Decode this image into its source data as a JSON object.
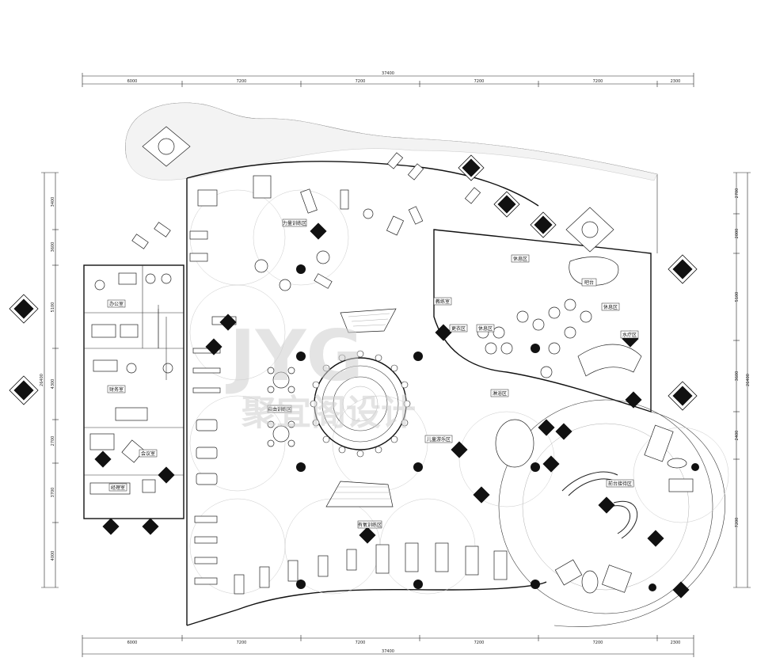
{
  "watermark": {
    "logo": "JYG",
    "text": "聚宜阁设计"
  },
  "dimensions": {
    "overall": "37400",
    "top_segments": [
      "6000",
      "7200",
      "7200",
      "7200",
      "7200",
      "2300"
    ],
    "bottom_segments": [
      "6000",
      "7200",
      "7200",
      "7200",
      "7200",
      "2300"
    ],
    "left_segments": [
      "3400",
      "3600",
      "5100",
      "4300",
      "2700",
      "3700",
      "4000"
    ],
    "left_total": "26400",
    "right_segments": [
      "2700",
      "2000",
      "5100",
      "3600",
      "2400",
      "7200"
    ],
    "right_total": "26400"
  },
  "rooms": {
    "strength": "力量训练区",
    "aerobic": "有氧训练区",
    "free": "自由训练区",
    "office": "办公室",
    "finance": "财务室",
    "meeting": "会议室",
    "manager": "经理室",
    "coach": "教练室",
    "bar": "吧台",
    "rest_a": "休息区",
    "rest_b": "休息区",
    "rest_c": "休息区",
    "spa": "水疗区",
    "shower": "淋浴区",
    "locker": "更衣区",
    "child": "儿童游乐区",
    "reception": "前台接待区"
  }
}
